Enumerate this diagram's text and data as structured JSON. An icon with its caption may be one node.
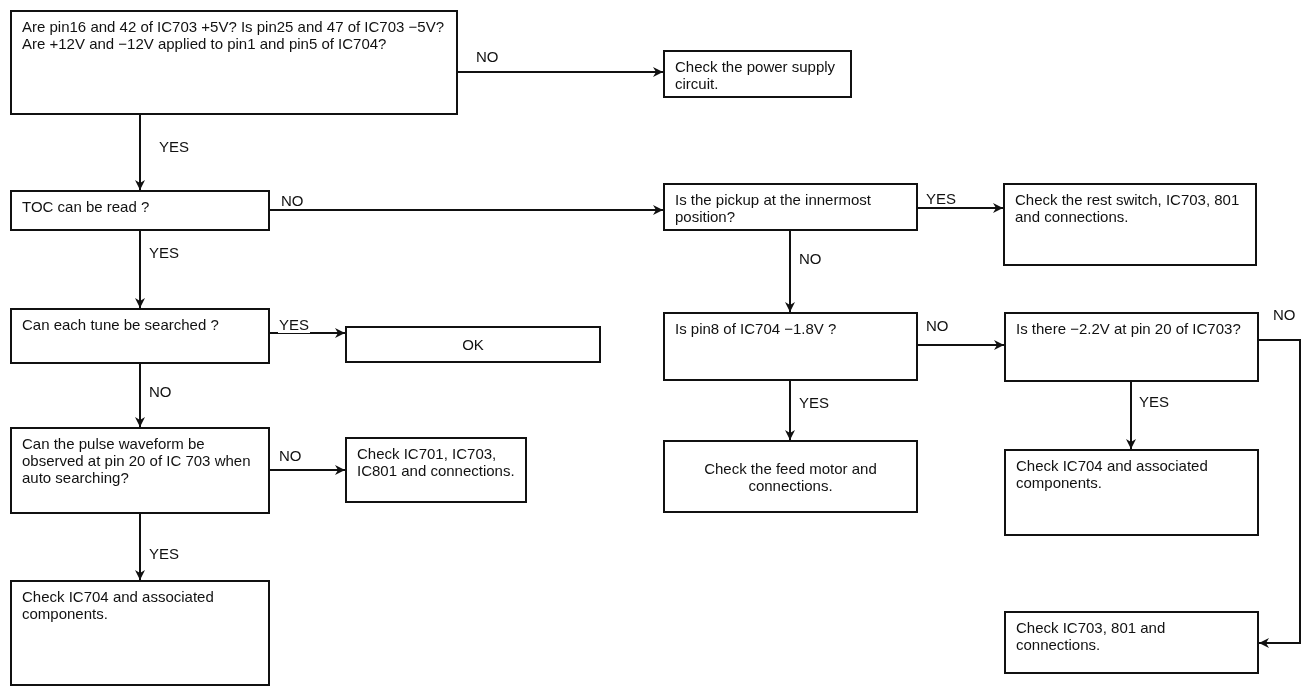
{
  "diagram": {
    "nodes": [
      {
        "text": [
          "Are pin16 and 42 of IC703 +5V? Is pin25 and 47 of IC703 −5V? Are +12V and −12V applied to pin1 and pin5 of IC704?"
        ]
      },
      {
        "text": [
          "Check the power supply circuit."
        ]
      },
      {
        "text": [
          "TOC can be read ?"
        ]
      },
      {
        "text": [
          "Is the pickup at the innermost position?"
        ]
      },
      {
        "text": [
          "Check the rest switch, IC703, 801 and connections."
        ]
      },
      {
        "text": [
          "Can each tune be searched ?"
        ]
      },
      {
        "text": [
          "OK"
        ]
      },
      {
        "text": [
          "Is pin8 of IC704 −1.8V ?"
        ]
      },
      {
        "text": [
          "Is there −2.2V at pin 20 of IC703?"
        ]
      },
      {
        "text": [
          "Can the pulse waveform be observed at pin 20 of IC 703 when auto searching?"
        ]
      },
      {
        "text": [
          "Check IC701, IC703, IC801 and connections."
        ]
      },
      {
        "text": [
          "Check the feed motor and connections."
        ]
      },
      {
        "text": [
          "Check IC704 and associated components."
        ]
      },
      {
        "text": [
          "Check IC704 and associated components."
        ]
      },
      {
        "text": [
          "Check IC703, 801 and connections."
        ]
      }
    ],
    "edges": [
      {
        "from": 0,
        "to": 1,
        "arrow": "to",
        "label": "NO"
      },
      {
        "from": 0,
        "to": 2,
        "arrow": "to",
        "label": "YES"
      },
      {
        "from": 2,
        "to": 3,
        "arrow": "to",
        "label": "NO"
      },
      {
        "from": 2,
        "to": 5,
        "arrow": "to",
        "label": "YES"
      },
      {
        "from": 3,
        "to": 4,
        "arrow": "to",
        "label": "YES"
      },
      {
        "from": 3,
        "to": 7,
        "arrow": "to",
        "label": "NO"
      },
      {
        "from": 5,
        "to": 6,
        "arrow": "to",
        "label": "YES"
      },
      {
        "from": 5,
        "to": 9,
        "arrow": "to",
        "label": "NO"
      },
      {
        "from": 7,
        "to": 11,
        "arrow": "to",
        "label": "YES"
      },
      {
        "from": 7,
        "to": 8,
        "arrow": "to",
        "label": "NO"
      },
      {
        "from": 8,
        "to": 12,
        "arrow": "to",
        "label": "YES"
      },
      {
        "from": 8,
        "to": 14,
        "arrow": "to",
        "label": "NO"
      },
      {
        "from": 9,
        "to": 10,
        "arrow": "to",
        "label": "NO"
      },
      {
        "from": 9,
        "to": 13,
        "arrow": "to",
        "label": "YES"
      }
    ]
  }
}
